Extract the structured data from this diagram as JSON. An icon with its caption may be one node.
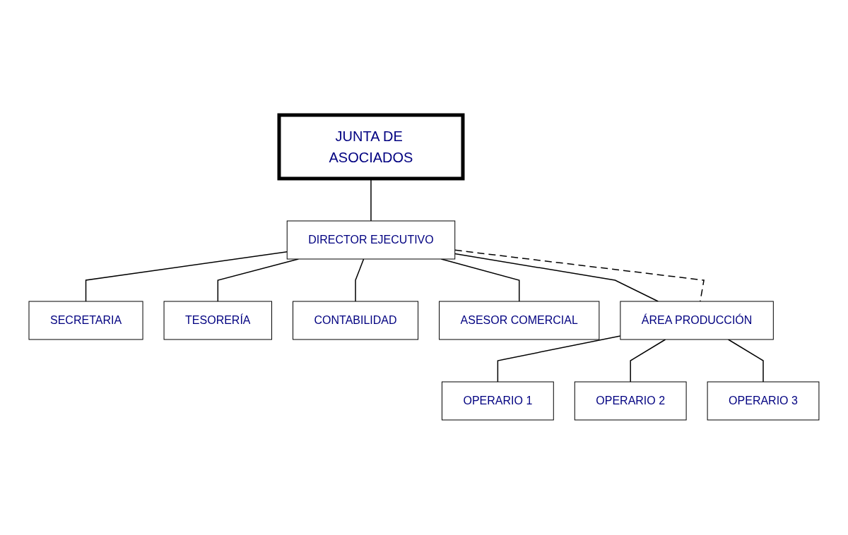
{
  "diagram": {
    "nodes": [
      {
        "text": [
          "JUNTA DE ASOCIADOS"
        ]
      },
      {
        "text": [
          "DIRECTOR EJECUTIVO"
        ]
      },
      {
        "text": [
          "SECRETARIA"
        ]
      },
      {
        "text": [
          "TESORERÍA"
        ]
      },
      {
        "text": [
          "CONTABILIDAD"
        ]
      },
      {
        "text": [
          "ASESOR COMERCIAL"
        ]
      },
      {
        "text": [
          "ÁREA PRODUCCIÓN"
        ]
      },
      {
        "text": [
          "OPERARIO 1"
        ]
      },
      {
        "text": [
          "OPERARIO 2"
        ]
      },
      {
        "text": [
          "OPERARIO 3"
        ]
      }
    ],
    "edges": [
      {
        "from": 0,
        "to": 1,
        "arrow": "none"
      },
      {
        "from": 1,
        "to": 2,
        "arrow": "none"
      },
      {
        "from": 1,
        "to": 3,
        "arrow": "none"
      },
      {
        "from": 1,
        "to": 4,
        "arrow": "none"
      },
      {
        "from": 1,
        "to": 5,
        "arrow": "none"
      },
      {
        "from": 1,
        "to": 6,
        "arrow": "none"
      },
      {
        "from": 1,
        "to": 6,
        "arrow": "none",
        "style": "dashed"
      },
      {
        "from": 6,
        "to": 7,
        "arrow": "none"
      },
      {
        "from": 6,
        "to": 8,
        "arrow": "none"
      },
      {
        "from": 6,
        "to": 9,
        "arrow": "none"
      }
    ]
  }
}
